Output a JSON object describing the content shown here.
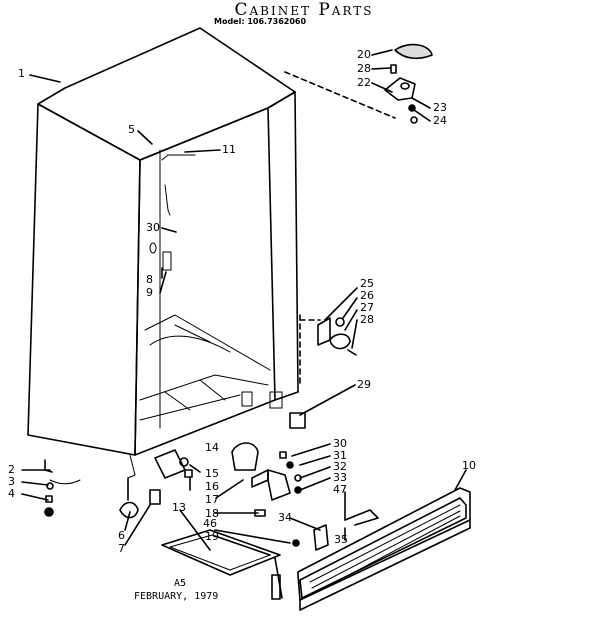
{
  "title": "Cabinet Parts",
  "model": "Model: 106.7362060",
  "callouts": [
    "1",
    "5",
    "11",
    "30",
    "8",
    "9",
    "20",
    "28",
    "22",
    "23",
    "24",
    "25",
    "26",
    "27",
    "28",
    "29",
    "2",
    "3",
    "4",
    "6",
    "7",
    "13",
    "14",
    "15",
    "16",
    "17",
    "18",
    "19",
    "46",
    "30",
    "31",
    "32",
    "33",
    "47",
    "34",
    "35",
    "10"
  ],
  "footer": {
    "code": "A5",
    "date": "FEBRUARY, 1979"
  }
}
